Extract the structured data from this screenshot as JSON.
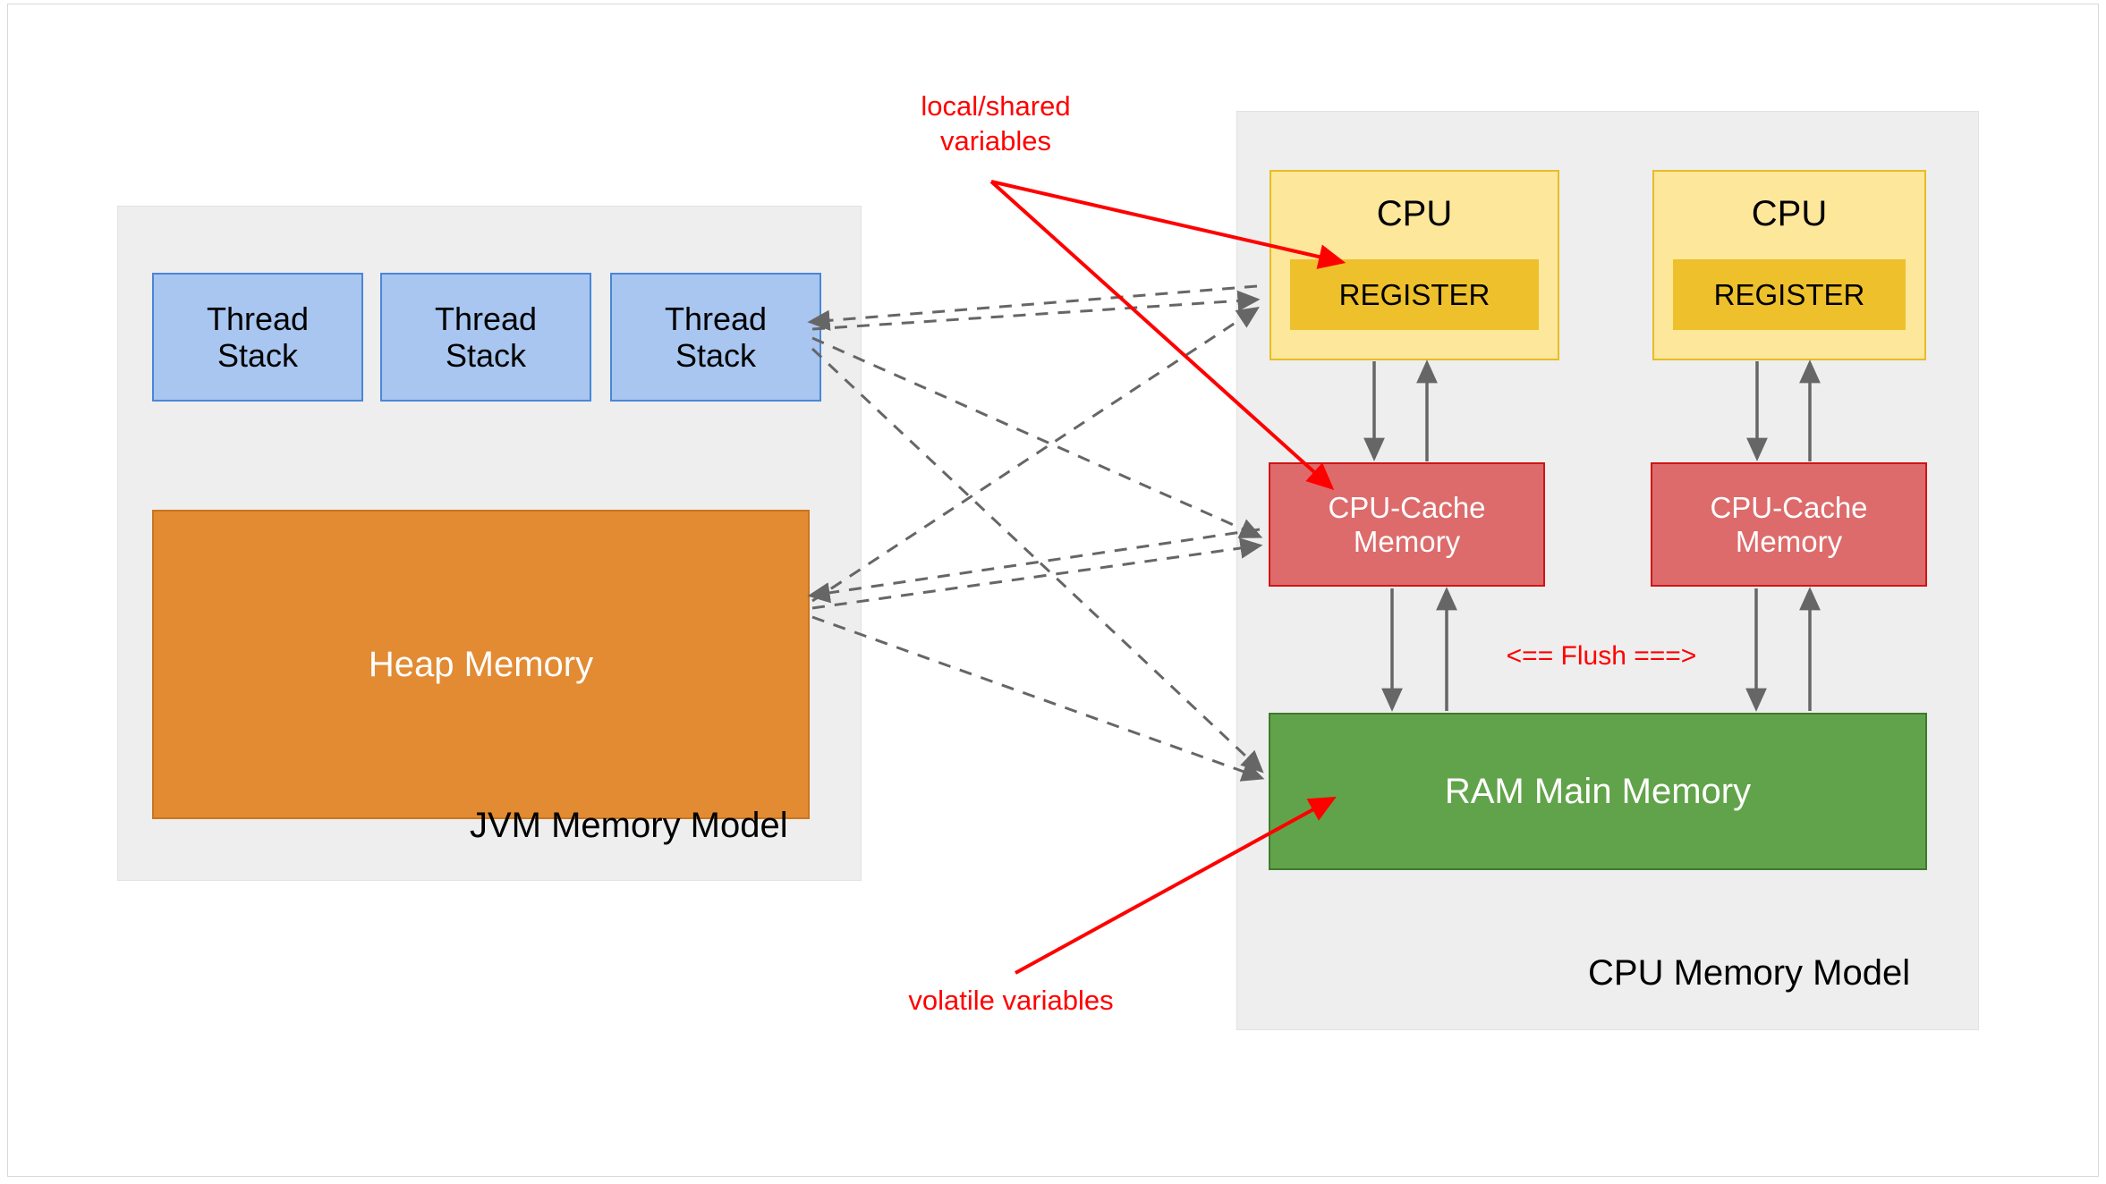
{
  "diagram": {
    "title": "JVM Memory Model and CPU Memory Model",
    "colors": {
      "thread_stack_fill": "#a8c6f0",
      "thread_stack_border": "#4a86d8",
      "heap_fill": "#e28b33",
      "heap_border": "#c9761f",
      "cpu_fill": "#fde79a",
      "cpu_border": "#e8bc27",
      "register_fill": "#edc02c",
      "cache_fill": "#dd6b6b",
      "cache_border": "#d01414",
      "ram_fill": "#61a34a",
      "ram_border": "#3f7a2d",
      "panel_fill": "#eeeeee",
      "annotation_red": "#ff0000",
      "arrow_gray": "#666666"
    }
  },
  "jvm_panel": {
    "title": "JVM Memory Model",
    "thread_stacks": [
      {
        "label": "Thread\nStack"
      },
      {
        "label": "Thread\nStack"
      },
      {
        "label": "Thread\nStack"
      }
    ],
    "heap": {
      "label": "Heap Memory"
    }
  },
  "cpu_panel": {
    "title": "CPU Memory Model",
    "cpus": [
      {
        "label": "CPU",
        "register_label": "REGISTER",
        "cache_label": "CPU-Cache\nMemory"
      },
      {
        "label": "CPU",
        "register_label": "REGISTER",
        "cache_label": "CPU-Cache\nMemory"
      }
    ],
    "ram": {
      "label": "RAM Main Memory"
    },
    "flush_label": "<== Flush ===>"
  },
  "annotations": [
    {
      "name": "local-shared-variables",
      "text": "local/shared\nvariables"
    },
    {
      "name": "volatile-variables",
      "text": "volatile variables"
    }
  ]
}
